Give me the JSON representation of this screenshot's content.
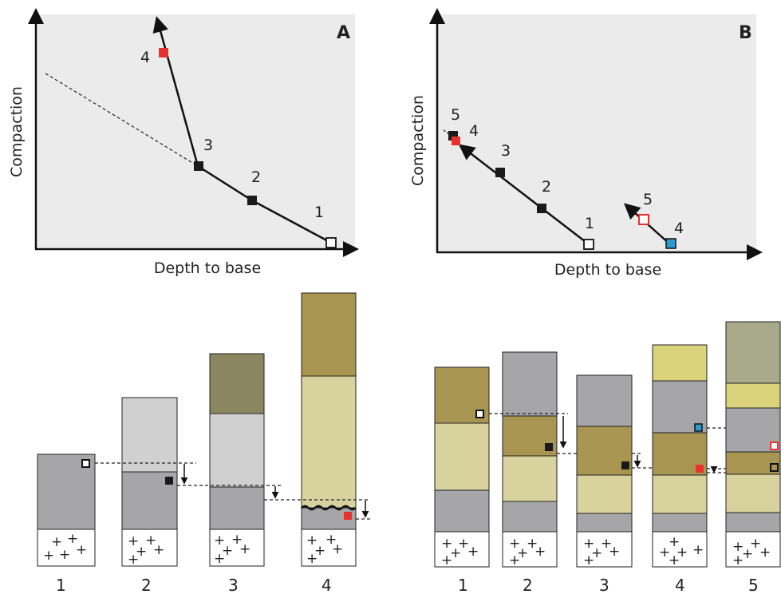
{
  "panel_a": {
    "letter": "A",
    "y_axis_label": "Compaction",
    "x_axis_label": "Depth to base",
    "points": [
      "1",
      "2",
      "3",
      "4"
    ]
  },
  "panel_b": {
    "letter": "B",
    "y_axis_label": "Compaction",
    "x_axis_label": "Depth to base",
    "main_path_points": [
      "1",
      "2",
      "3",
      "4",
      "5"
    ],
    "branch_points": [
      "4",
      "5"
    ]
  },
  "columns_a": {
    "labels": [
      "1",
      "2",
      "3",
      "4"
    ],
    "basement_symbol": "+"
  },
  "columns_b": {
    "labels": [
      "1",
      "2",
      "3",
      "4",
      "5"
    ],
    "basement_symbol": "+"
  },
  "colors": {
    "plot_bg": "#ebebeb",
    "gray_mid": "#a6a6a8",
    "gray_light": "#d0d0d0",
    "olive_dark": "#8a8760",
    "olive_brown": "#a89552",
    "tan_pale": "#d8d29e",
    "yellow": "#dbd27c",
    "sage": "#a8a88a",
    "marker_red": "#e8312c",
    "marker_blue": "#2e9ad0",
    "marker_black": "#1a1a1a"
  }
}
